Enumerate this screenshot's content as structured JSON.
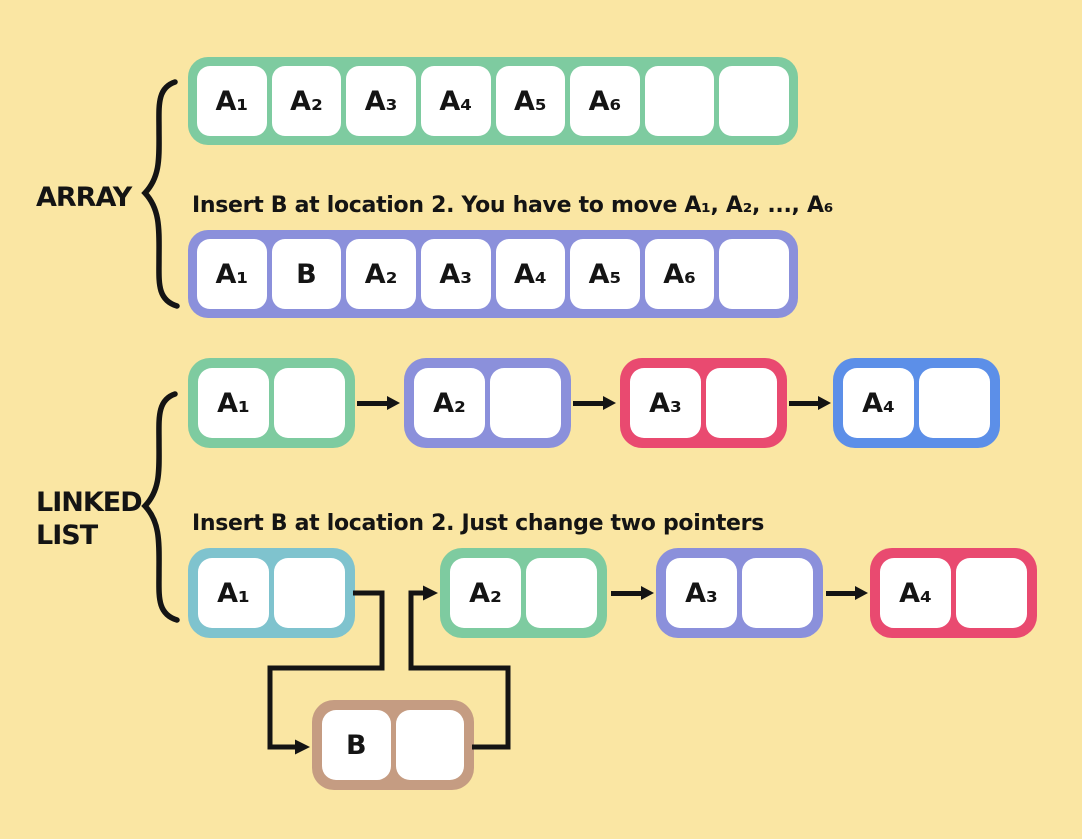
{
  "background_color": "#FAE6A3",
  "ink_color": "#141414",
  "array_section": {
    "label": "ARRAY",
    "top_array": {
      "border_color": "#7ECBA0",
      "cells": [
        "A₁",
        "A₂",
        "A₃",
        "A₄",
        "A₅",
        "A₆",
        "",
        ""
      ]
    },
    "caption": "Insert B at location 2. You have to move A₁, A₂, ..., A₆",
    "bottom_array": {
      "border_color": "#8B90DB",
      "cells": [
        "A₁",
        "B",
        "A₂",
        "A₃",
        "A₄",
        "A₅",
        "A₆",
        ""
      ]
    }
  },
  "linked_list_section": {
    "label": "LINKED\nLIST",
    "caption": "Insert B at location 2. Just change two pointers",
    "top_list": {
      "nodes": [
        {
          "label": "A₁",
          "color": "#7ECBA0"
        },
        {
          "label": "A₂",
          "color": "#8B90DB"
        },
        {
          "label": "A₃",
          "color": "#E94A70"
        },
        {
          "label": "A₄",
          "color": "#5C8FE8"
        }
      ]
    },
    "bottom_list": {
      "nodes": [
        {
          "label": "A₁",
          "color": "#7FC3CE"
        },
        {
          "label": "A₂",
          "color": "#7ECBA0"
        },
        {
          "label": "A₃",
          "color": "#8B90DB"
        },
        {
          "label": "A₄",
          "color": "#E94A70"
        }
      ],
      "inserted_node": {
        "label": "B",
        "color": "#C59C82"
      }
    }
  }
}
